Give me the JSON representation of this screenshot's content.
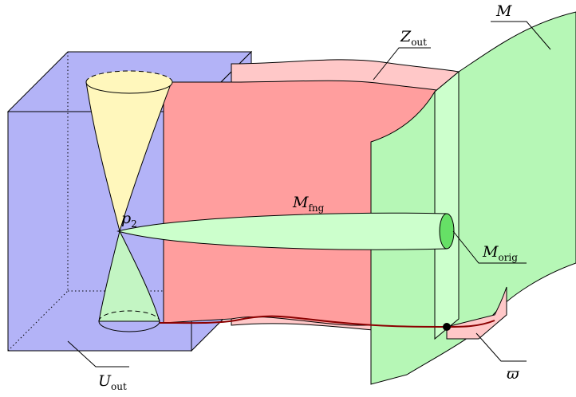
{
  "labels": {
    "M": {
      "main": "M",
      "sub": ""
    },
    "Z_out": {
      "main": "Z",
      "sub": "out"
    },
    "M_fng": {
      "main": "M",
      "sub": "fng"
    },
    "p_2": {
      "main": "p",
      "sub": "2"
    },
    "M_orig": {
      "main": "M",
      "sub": "orig"
    },
    "U_out": {
      "main": "U",
      "sub": "out"
    },
    "varpi": {
      "main": "ϖ",
      "sub": ""
    }
  },
  "colors": {
    "box_blue": "#b3b3f7",
    "red_surface": "#ff9e9e",
    "pink_strip": "#ffc8c8",
    "green_surface": "#b6f7b6",
    "light_green": "#ccffcc",
    "yellow_cone": "#fff7bc",
    "green_cone": "#c3f5c3",
    "orig_disk": "#66e066",
    "curve": "#8b0000"
  }
}
